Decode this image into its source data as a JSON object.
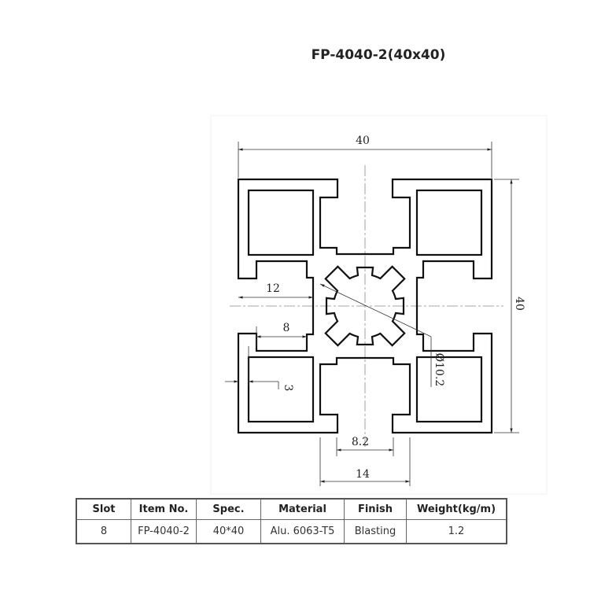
{
  "title": "FP-4040-2(40x40)",
  "dimensions": {
    "width": "40",
    "height": "40",
    "slot_depth": "12",
    "slot_inner": "8",
    "wall": "3",
    "bore": "Ø10.2",
    "slot_opening": "8.2",
    "slot_width": "14"
  },
  "table": {
    "headers": [
      "Slot",
      "Item No.",
      "Spec.",
      "Material",
      "Finish",
      "Weight(kg/m)"
    ],
    "row": [
      "8",
      "FP-4040-2",
      "40*40",
      "Alu. 6063-T5",
      "Blasting",
      "1.2"
    ]
  }
}
